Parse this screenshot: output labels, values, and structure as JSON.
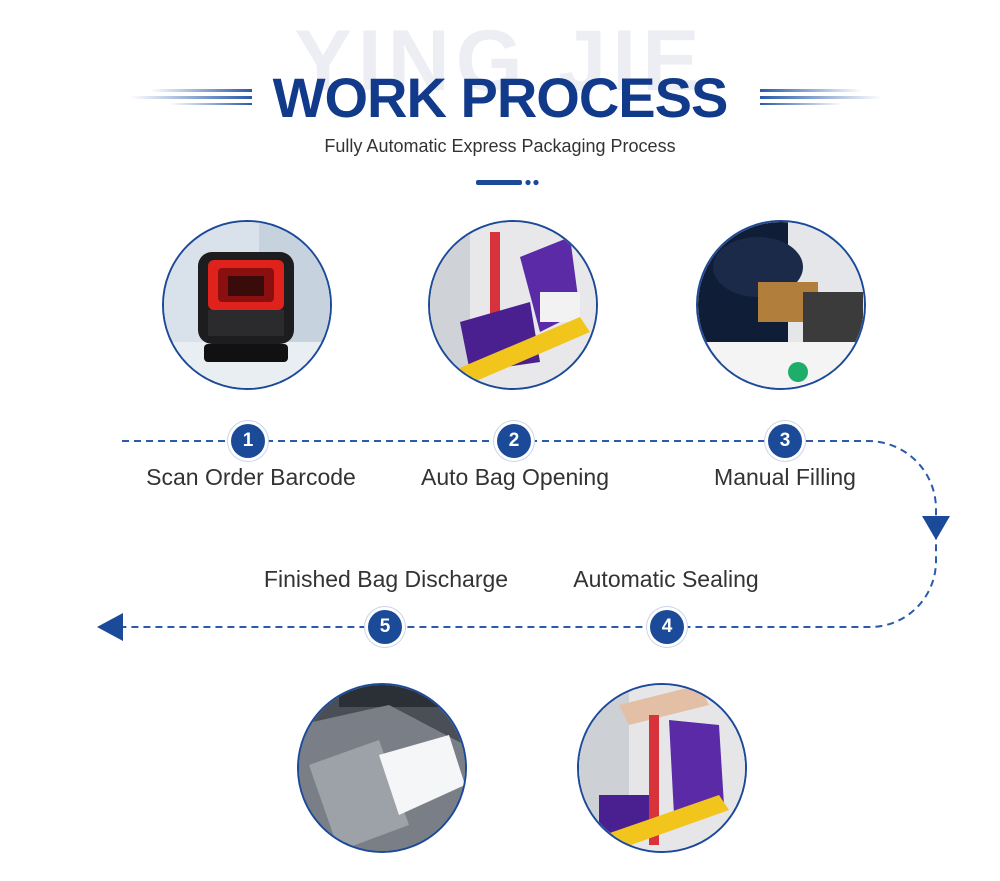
{
  "header": {
    "watermark": "YING JIE",
    "title": "WORK PROCESS",
    "subtitle": "Fully Automatic Express Packaging Process"
  },
  "colors": {
    "brand_blue": "#123a8a",
    "step_blue": "#1b4a98",
    "line_blue": "#2a5aa8",
    "text_gray": "#333333"
  },
  "steps": [
    {
      "number": "1",
      "label": "Scan Order Barcode",
      "icon": "barcode-scanner-photo"
    },
    {
      "number": "2",
      "label": "Auto Bag Opening",
      "icon": "bag-opening-photo"
    },
    {
      "number": "3",
      "label": "Manual Filling",
      "icon": "manual-filling-photo"
    },
    {
      "number": "4",
      "label": "Automatic Sealing",
      "icon": "sealing-photo"
    },
    {
      "number": "5",
      "label": "Finished Bag Discharge",
      "icon": "bag-discharge-photo"
    }
  ]
}
